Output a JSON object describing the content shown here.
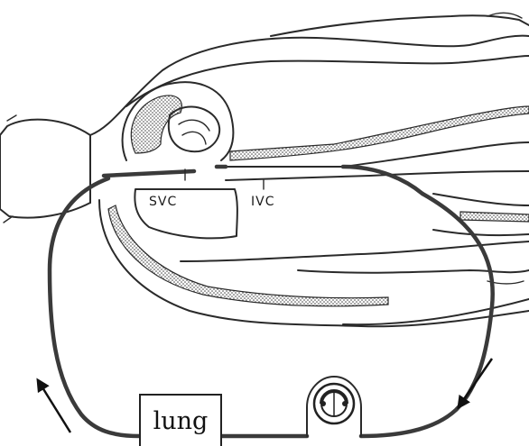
{
  "labels": {
    "svc": "SVC",
    "ivc": "IVC",
    "lung": "lung"
  },
  "icons": [
    "flow-arrow-up-icon",
    "flow-arrow-down-icon",
    "pump-icon"
  ],
  "colors": {
    "ink": "#2a2a2a",
    "tube": "#3a3a3a",
    "background": "#ffffff"
  }
}
